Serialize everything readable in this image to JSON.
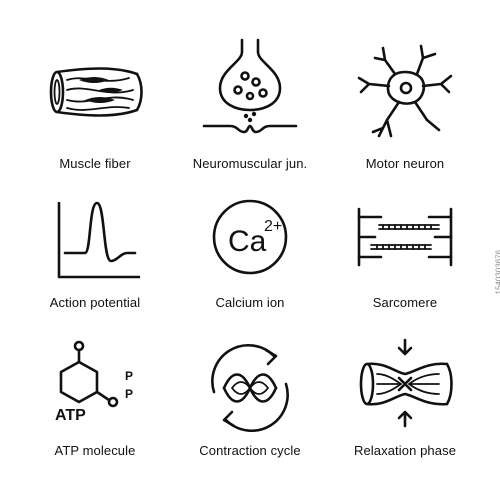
{
  "icons": [
    {
      "id": "muscle-fiber",
      "label": "Muscle fiber",
      "icon": "muscle-fiber-icon"
    },
    {
      "id": "neuromuscular-junction",
      "label": "Neuromuscular jun.",
      "icon": "neuromuscular-junction-icon"
    },
    {
      "id": "motor-neuron",
      "label": "Motor neuron",
      "icon": "motor-neuron-icon"
    },
    {
      "id": "action-potential",
      "label": "Action potential",
      "icon": "action-potential-icon"
    },
    {
      "id": "calcium-ion",
      "label": "Calcium ion",
      "icon": "calcium-ion-icon",
      "symbol": "Ca",
      "charge": "2+"
    },
    {
      "id": "sarcomere",
      "label": "Sarcomere",
      "icon": "sarcomere-icon"
    },
    {
      "id": "atp-molecule",
      "label": "ATP molecule",
      "icon": "atp-molecule-icon",
      "text": "ATP",
      "p1": "P",
      "p2": "P"
    },
    {
      "id": "contraction-cycle",
      "label": "Contraction cycle",
      "icon": "contraction-cycle-icon"
    },
    {
      "id": "relaxation-phase",
      "label": "Relaxation phase",
      "icon": "relaxation-phase-icon"
    }
  ],
  "watermark": "1540303676",
  "colors": {
    "ink": "#111111",
    "background": "#ffffff"
  }
}
